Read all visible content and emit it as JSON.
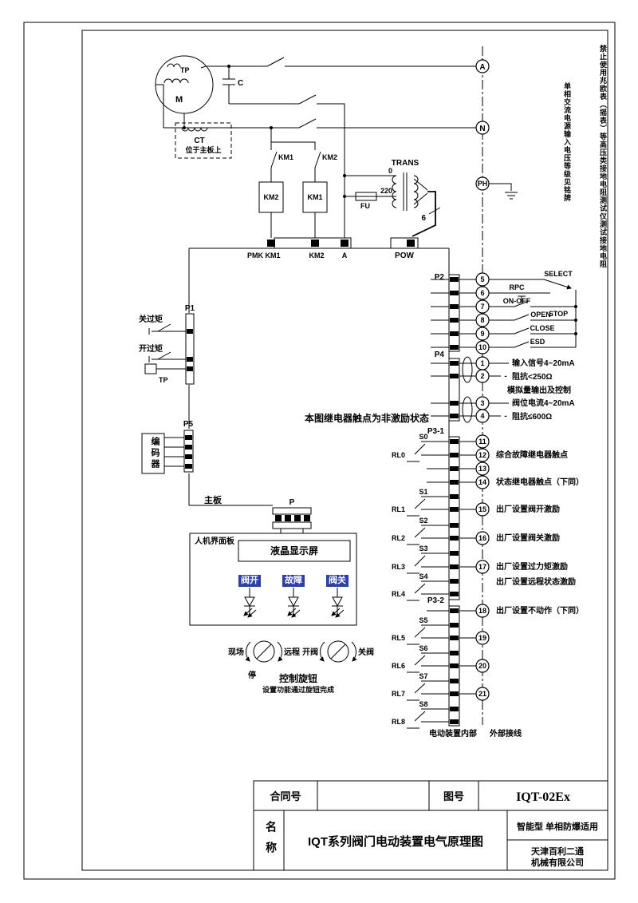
{
  "power": {
    "tp": "TP",
    "m": "M",
    "c": "C",
    "ct": "CT",
    "ct_note": "位于主板上",
    "km1_contact": "KM1",
    "km2_contact": "KM2",
    "km2_coil": "KM2",
    "km1_coil": "KM1",
    "fu": "FU",
    "trans": "TRANS",
    "tap0": "0",
    "tap220": "220",
    "wires6": "6",
    "pow": "POW",
    "pmk": "PMK",
    "pins": [
      "KM1",
      "KM2",
      "A"
    ]
  },
  "supply": {
    "a": "A",
    "n": "N",
    "ph": "PH"
  },
  "notes": {
    "no_megger": "禁止使用兆欧表（摇表）等高压类接地电阻测试仪测试接地电阻",
    "supply_note": "单相交流电源输入电压等级见铭牌",
    "relay_state": "本图继电器触点为非激励状态",
    "internal": "电动装置内部",
    "external": "外部接线"
  },
  "p1": {
    "label": "P1",
    "close_torque": "关过矩",
    "open_torque": "开过矩",
    "tp": "TP"
  },
  "p5": {
    "label": "P5",
    "encoder": "编码器"
  },
  "board": {
    "label": "主板",
    "p": "P"
  },
  "hmi": {
    "panel": "人机界面板",
    "lcd": "液晶显示屏",
    "led_open": "阀开",
    "led_fault": "故障",
    "led_close": "阀关",
    "local": "现场",
    "remote": "远程",
    "stop": "停",
    "open_valve": "开阀",
    "close_valve": "关阀",
    "knob": "控制旋钮",
    "knob_note": "设置功能通过旋钮完成"
  },
  "p2": {
    "label": "P2",
    "t": [
      "5",
      "6",
      "7",
      "8",
      "9",
      "10"
    ],
    "rpc": "RPC",
    "select": "SELECT",
    "onoff": "ON-OFF",
    "stop": "STOP",
    "open": "OPEN",
    "close": "CLOSE",
    "esd": "ESD"
  },
  "p4": {
    "label": "P4",
    "t": [
      "1",
      "2",
      "3",
      "4"
    ],
    "minus": "-",
    "input_signal": "输入信号4~20mA",
    "input_z": "阻抗<250Ω",
    "analog": "模拟量输出及控制",
    "pos_current": "阀位电流4~20mA",
    "pos_z": "阻抗≤600Ω"
  },
  "p31": {
    "label": "P3-1",
    "t": [
      "11",
      "12",
      "13",
      "14",
      "15",
      "16",
      "17"
    ],
    "rl": [
      "RL0",
      "RL1",
      "RL2",
      "RL3",
      "RL4"
    ],
    "s": [
      "S0",
      "S1",
      "S2",
      "S3",
      "S4"
    ],
    "fault": "综合故障继电器触点",
    "status": "状态继电器触点（下同）",
    "open_exc": "出厂设置阀开激励",
    "close_exc": "出厂设置阀关激励",
    "torque_exc": "出厂设置过力矩激励",
    "remote_exc": "出厂设置远程状态激励"
  },
  "p32": {
    "label": "P3-2",
    "t": [
      "18",
      "19",
      "20",
      "21"
    ],
    "rl": [
      "RL5",
      "RL6",
      "RL7",
      "RL8"
    ],
    "s": [
      "S5",
      "S6",
      "S7",
      "S8"
    ],
    "noact": "出厂设置不动作（下同）"
  },
  "tb": {
    "contract": "合同号",
    "fig": "图号",
    "number": "IQT-02Ex",
    "name": "名称",
    "title": "IQT系列阀门电动装置电气原理图",
    "type": "智能型  单相防爆适用",
    "company1": "天津百利二通",
    "company2": "机械有限公司"
  }
}
